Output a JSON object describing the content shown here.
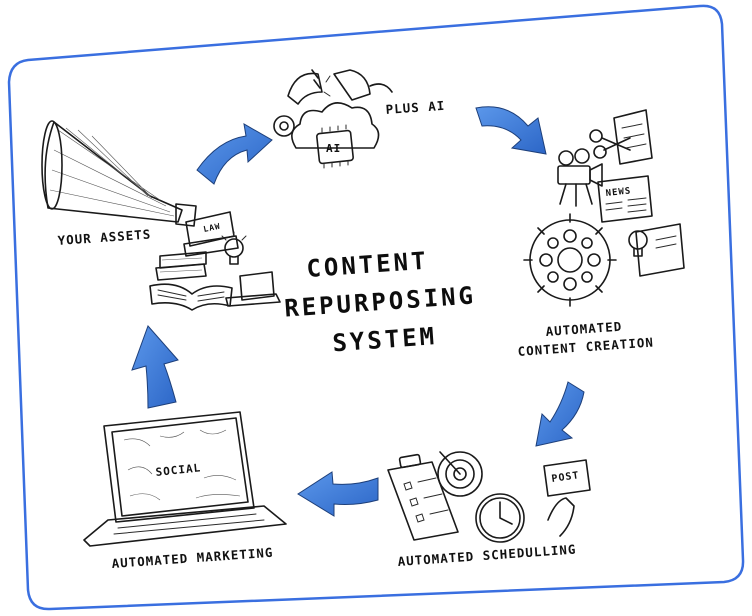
{
  "title": {
    "line1": "CONTENT",
    "line2": "REPURPOSING",
    "line3": "SYSTEM"
  },
  "steps": {
    "your_assets": "YOUR ASSETS",
    "plus_ai": "PLUS AI",
    "content_creation_line1": "AUTOMATED",
    "content_creation_line2": "CONTENT CREATION",
    "scheduling": "AUTOMATED SCHEDULLING",
    "marketing": "AUTOMATED MARKETING"
  },
  "illustration_text": {
    "law_book": "LAW",
    "ai_chip": "AI",
    "news": "NEWS",
    "post_button": "POST",
    "social_screen": "SOCIAL"
  },
  "colors": {
    "frame": "#3a6fe0",
    "arrow": "#3c7bd9",
    "ink": "#1a1a1a"
  }
}
